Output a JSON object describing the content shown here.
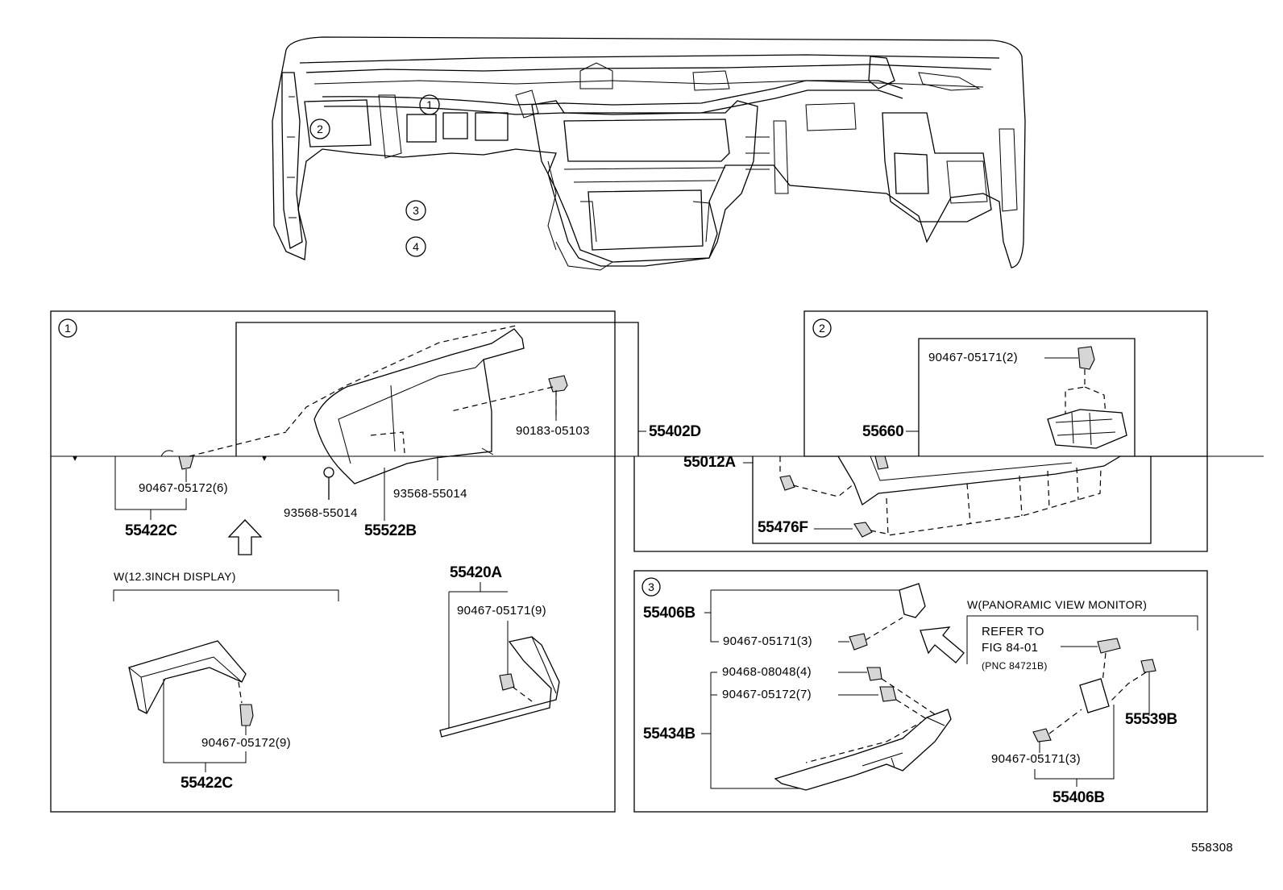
{
  "sheet_id": "558308",
  "callouts": [
    "1",
    "2",
    "3",
    "4"
  ],
  "panel1": {
    "index": "1",
    "parts": {
      "p55402D": "55402D",
      "p90183_05103": "90183-05103",
      "p90467_05172_6": "90467-05172(6)",
      "p93568_55014_a": "93568-55014",
      "p93568_55014_b": "93568-55014",
      "p55422C_top": "55422C",
      "p55522B": "55522B",
      "p55420A": "55420A",
      "p90467_05171_9": "90467-05171(9)",
      "p90467_05172_9": "90467-05172(9)",
      "p55422C_bottom": "55422C"
    },
    "variant_label": "W(12.3INCH DISPLAY)"
  },
  "panel2": {
    "index": "2",
    "parts": {
      "p90467_05171_2": "90467-05171(2)",
      "p55660": "55660",
      "p55012A": "55012A",
      "p55476F": "55476F"
    }
  },
  "panel3": {
    "index": "3",
    "parts": {
      "p55406B_top": "55406B",
      "p90467_05171_3_a": "90467-05171(3)",
      "p90468_08048_4": "90468-08048(4)",
      "p90467_05172_7": "90467-05172(7)",
      "p55434B": "55434B",
      "p55539B": "55539B",
      "p90467_05171_3_b": "90467-05171(3)",
      "p55406B_bottom": "55406B"
    },
    "variant_label": "W(PANORAMIC VIEW MONITOR)",
    "refer": {
      "line1": "REFER TO",
      "line2": "FIG 84-01",
      "line3": "(PNC 84721B)"
    }
  }
}
